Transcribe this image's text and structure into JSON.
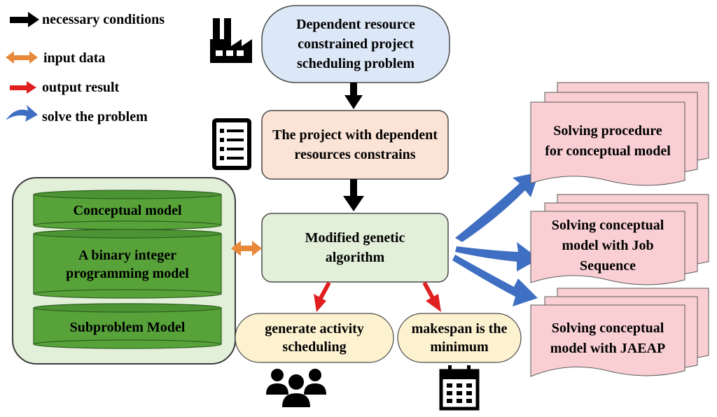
{
  "legend": [
    {
      "label": "necessary conditions",
      "color": "#000000"
    },
    {
      "label": "input data",
      "color": "#e8893a"
    },
    {
      "label": "output result",
      "color": "#e02020"
    },
    {
      "label": "solve the problem",
      "color": "#3f6fc2"
    }
  ],
  "nodes": {
    "problem": "Dependent resource constrained project scheduling problem",
    "project": "The project with dependent resources constrains",
    "algorithm": "Modified genetic algorithm",
    "generate": "generate activity scheduling",
    "makespan": "makespan is the minimum",
    "models": [
      "Conceptual model",
      "A binary integer programming model",
      "Subproblem Model"
    ],
    "solutions": [
      "Solving procedure for conceptual model",
      "Solving conceptual model with Job Sequence",
      "Solving conceptual model with JAEAP"
    ]
  },
  "icons": [
    "factory-icon",
    "checklist-icon",
    "team-icon",
    "calendar-icon"
  ],
  "colors": {
    "problem_fill": "#dce8f7",
    "project_fill": "#fbe3d5",
    "algorithm_fill": "#e2efd9",
    "output_fill": "#fdf2d0",
    "model_panel": "#e2efd9",
    "cylinder_fill": "#57a33a",
    "solution_fill": "#f9cfd3"
  }
}
